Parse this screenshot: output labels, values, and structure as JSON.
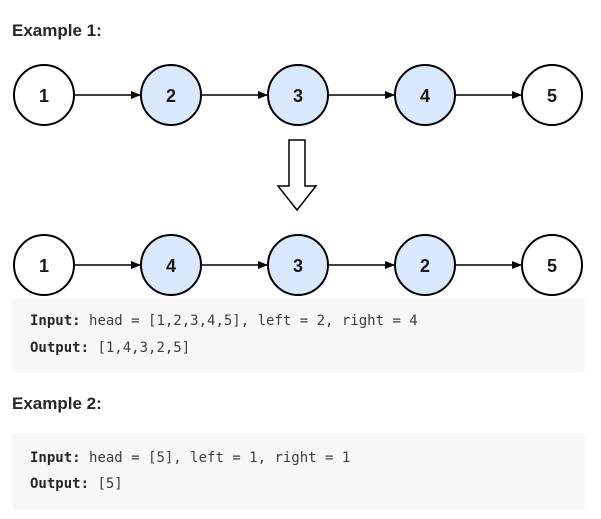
{
  "example1": {
    "heading": "Example 1:",
    "before": {
      "nodes": [
        {
          "label": "1",
          "highlight": false
        },
        {
          "label": "2",
          "highlight": true
        },
        {
          "label": "3",
          "highlight": true
        },
        {
          "label": "4",
          "highlight": true
        },
        {
          "label": "5",
          "highlight": false
        }
      ]
    },
    "after": {
      "nodes": [
        {
          "label": "1",
          "highlight": false
        },
        {
          "label": "4",
          "highlight": true
        },
        {
          "label": "3",
          "highlight": true
        },
        {
          "label": "2",
          "highlight": true
        },
        {
          "label": "5",
          "highlight": false
        }
      ]
    },
    "input_label": "Input:",
    "input_value": "head = [1,2,3,4,5], left = 2, right = 4",
    "output_label": "Output:",
    "output_value": "[1,4,3,2,5]"
  },
  "example2": {
    "heading": "Example 2:",
    "input_label": "Input:",
    "input_value": "head = [5], left = 1, right = 1",
    "output_label": "Output:",
    "output_value": "[5]"
  },
  "colors": {
    "highlight_fill": "#dae8fc",
    "plain_fill": "#ffffff",
    "stroke": "#000000"
  }
}
